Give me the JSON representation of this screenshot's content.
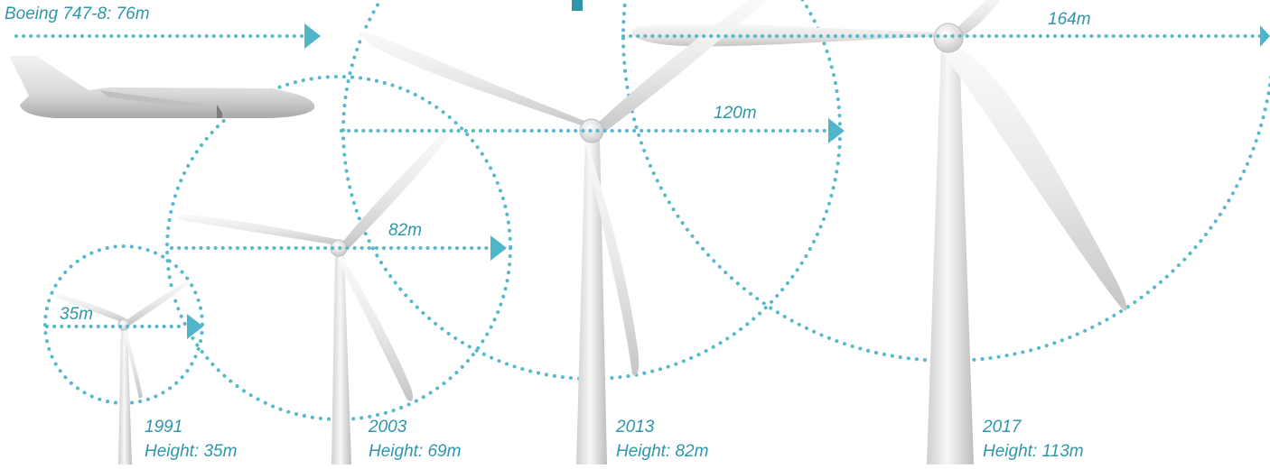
{
  "colors": {
    "accent": "#2f96aa",
    "arrow": "#4eb6c8",
    "dots": "#56b9cc"
  },
  "reference": {
    "name": "Boeing 747-8: 76m",
    "span_m": 76
  },
  "turbines": [
    {
      "diameter_label": "35m",
      "diameter_m": 35,
      "year": "1991",
      "height": "Height: 35m"
    },
    {
      "diameter_label": "82m",
      "diameter_m": 82,
      "year": "2003",
      "height": "Height: 69m"
    },
    {
      "diameter_label": "120m",
      "diameter_m": 120,
      "year": "2013",
      "height": "Height: 82m"
    },
    {
      "diameter_label": "164m",
      "diameter_m": 164,
      "year": "2017",
      "height": "Height: 113m"
    }
  ]
}
